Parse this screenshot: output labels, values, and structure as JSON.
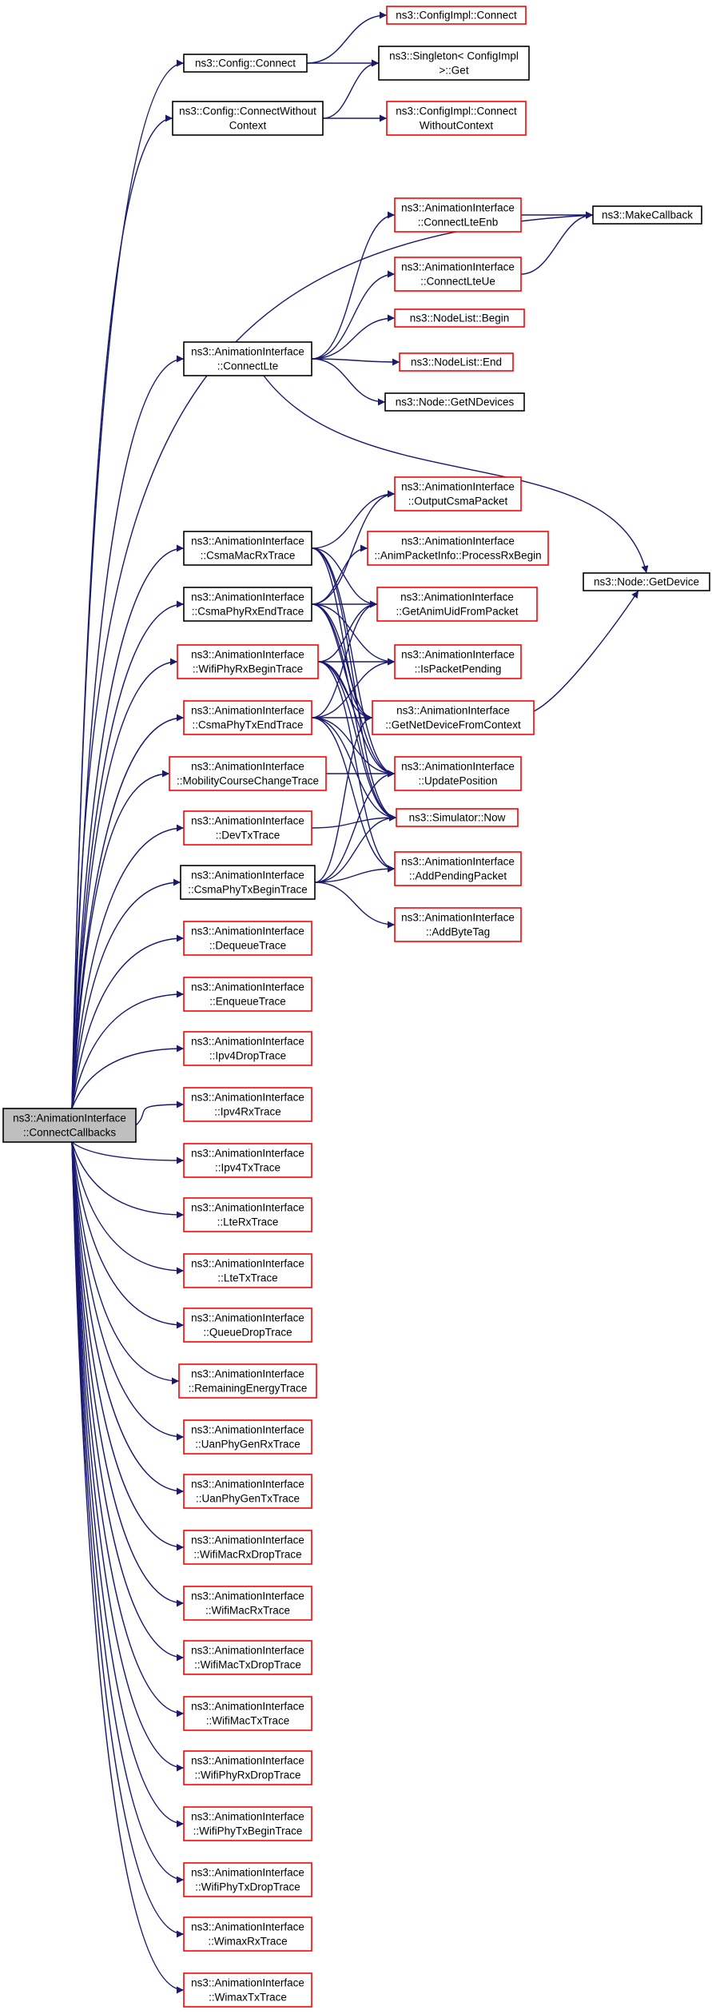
{
  "colors": {
    "edge": "#191970",
    "border_documented": "#000000",
    "border_undocumented": "#ff0000",
    "root_fill": "#bfbfbf",
    "node_fill": "#ffffff"
  },
  "nodes": {
    "root": {
      "l1": "ns3::AnimationInterface",
      "l2": "::ConnectCallbacks"
    },
    "config_connect": {
      "l1": "ns3::Config::Connect"
    },
    "config_connect_without": {
      "l1": "ns3::Config::ConnectWithout",
      "l2": "Context"
    },
    "configimpl_connect": {
      "l1": "ns3::ConfigImpl::Connect"
    },
    "singleton_get": {
      "l1": "ns3::Singleton< ConfigImpl",
      "l2": ">::Get"
    },
    "configimpl_connect_without": {
      "l1": "ns3::ConfigImpl::Connect",
      "l2": "WithoutContext"
    },
    "make_callback": {
      "l1": "ns3::MakeCallback"
    },
    "connect_lte_enb": {
      "l1": "ns3::AnimationInterface",
      "l2": "::ConnectLteEnb"
    },
    "connect_lte_ue": {
      "l1": "ns3::AnimationInterface",
      "l2": "::ConnectLteUe"
    },
    "connect_lte": {
      "l1": "ns3::AnimationInterface",
      "l2": "::ConnectLte"
    },
    "nodelist_begin": {
      "l1": "ns3::NodeList::Begin"
    },
    "nodelist_end": {
      "l1": "ns3::NodeList::End"
    },
    "node_getndevices": {
      "l1": "ns3::Node::GetNDevices"
    },
    "output_csma_packet": {
      "l1": "ns3::AnimationInterface",
      "l2": "::OutputCsmaPacket"
    },
    "csma_mac_rx": {
      "l1": "ns3::AnimationInterface",
      "l2": "::CsmaMacRxTrace"
    },
    "anim_packet_info": {
      "l1": "ns3::AnimationInterface",
      "l2": "::AnimPacketInfo::ProcessRxBegin"
    },
    "node_getdevice": {
      "l1": "ns3::Node::GetDevice"
    },
    "csma_phy_rx_end": {
      "l1": "ns3::AnimationInterface",
      "l2": "::CsmaPhyRxEndTrace"
    },
    "get_anim_uid": {
      "l1": "ns3::AnimationInterface",
      "l2": "::GetAnimUidFromPacket"
    },
    "wifi_phy_rx_begin": {
      "l1": "ns3::AnimationInterface",
      "l2": "::WifiPhyRxBeginTrace"
    },
    "is_packet_pending": {
      "l1": "ns3::AnimationInterface",
      "l2": "::IsPacketPending"
    },
    "csma_phy_tx_end": {
      "l1": "ns3::AnimationInterface",
      "l2": "::CsmaPhyTxEndTrace"
    },
    "get_net_device": {
      "l1": "ns3::AnimationInterface",
      "l2": "::GetNetDeviceFromContext"
    },
    "mobility_course": {
      "l1": "ns3::AnimationInterface",
      "l2": "::MobilityCourseChangeTrace"
    },
    "update_position": {
      "l1": "ns3::AnimationInterface",
      "l2": "::UpdatePosition"
    },
    "dev_tx": {
      "l1": "ns3::AnimationInterface",
      "l2": "::DevTxTrace"
    },
    "simulator_now": {
      "l1": "ns3::Simulator::Now"
    },
    "csma_phy_tx_begin": {
      "l1": "ns3::AnimationInterface",
      "l2": "::CsmaPhyTxBeginTrace"
    },
    "add_pending_packet": {
      "l1": "ns3::AnimationInterface",
      "l2": "::AddPendingPacket"
    },
    "add_byte_tag": {
      "l1": "ns3::AnimationInterface",
      "l2": "::AddByteTag"
    },
    "dequeue": {
      "l1": "ns3::AnimationInterface",
      "l2": "::DequeueTrace"
    },
    "enqueue": {
      "l1": "ns3::AnimationInterface",
      "l2": "::EnqueueTrace"
    },
    "ipv4_drop": {
      "l1": "ns3::AnimationInterface",
      "l2": "::Ipv4DropTrace"
    },
    "ipv4_rx": {
      "l1": "ns3::AnimationInterface",
      "l2": "::Ipv4RxTrace"
    },
    "ipv4_tx": {
      "l1": "ns3::AnimationInterface",
      "l2": "::Ipv4TxTrace"
    },
    "lte_rx": {
      "l1": "ns3::AnimationInterface",
      "l2": "::LteRxTrace"
    },
    "lte_tx": {
      "l1": "ns3::AnimationInterface",
      "l2": "::LteTxTrace"
    },
    "queue_drop": {
      "l1": "ns3::AnimationInterface",
      "l2": "::QueueDropTrace"
    },
    "remaining_energy": {
      "l1": "ns3::AnimationInterface",
      "l2": "::RemainingEnergyTrace"
    },
    "uan_phy_gen_rx": {
      "l1": "ns3::AnimationInterface",
      "l2": "::UanPhyGenRxTrace"
    },
    "uan_phy_gen_tx": {
      "l1": "ns3::AnimationInterface",
      "l2": "::UanPhyGenTxTrace"
    },
    "wifi_mac_rx_drop": {
      "l1": "ns3::AnimationInterface",
      "l2": "::WifiMacRxDropTrace"
    },
    "wifi_mac_rx": {
      "l1": "ns3::AnimationInterface",
      "l2": "::WifiMacRxTrace"
    },
    "wifi_mac_tx_drop": {
      "l1": "ns3::AnimationInterface",
      "l2": "::WifiMacTxDropTrace"
    },
    "wifi_mac_tx": {
      "l1": "ns3::AnimationInterface",
      "l2": "::WifiMacTxTrace"
    },
    "wifi_phy_rx_drop": {
      "l1": "ns3::AnimationInterface",
      "l2": "::WifiPhyRxDropTrace"
    },
    "wifi_phy_tx_begin": {
      "l1": "ns3::AnimationInterface",
      "l2": "::WifiPhyTxBeginTrace"
    },
    "wifi_phy_tx_drop": {
      "l1": "ns3::AnimationInterface",
      "l2": "::WifiPhyTxDropTrace"
    },
    "wimax_rx": {
      "l1": "ns3::AnimationInterface",
      "l2": "::WimaxRxTrace"
    },
    "wimax_tx": {
      "l1": "ns3::AnimationInterface",
      "l2": "::WimaxTxTrace"
    }
  },
  "edges": [
    [
      "root",
      "config_connect"
    ],
    [
      "root",
      "config_connect_without"
    ],
    [
      "root",
      "make_callback"
    ],
    [
      "root",
      "connect_lte"
    ],
    [
      "root",
      "csma_mac_rx"
    ],
    [
      "root",
      "csma_phy_rx_end"
    ],
    [
      "root",
      "wifi_phy_rx_begin"
    ],
    [
      "root",
      "csma_phy_tx_end"
    ],
    [
      "root",
      "mobility_course"
    ],
    [
      "root",
      "dev_tx"
    ],
    [
      "root",
      "csma_phy_tx_begin"
    ],
    [
      "root",
      "dequeue"
    ],
    [
      "root",
      "enqueue"
    ],
    [
      "root",
      "ipv4_drop"
    ],
    [
      "root",
      "ipv4_rx"
    ],
    [
      "root",
      "ipv4_tx"
    ],
    [
      "root",
      "lte_rx"
    ],
    [
      "root",
      "lte_tx"
    ],
    [
      "root",
      "queue_drop"
    ],
    [
      "root",
      "remaining_energy"
    ],
    [
      "root",
      "uan_phy_gen_rx"
    ],
    [
      "root",
      "uan_phy_gen_tx"
    ],
    [
      "root",
      "wifi_mac_rx_drop"
    ],
    [
      "root",
      "wifi_mac_rx"
    ],
    [
      "root",
      "wifi_mac_tx_drop"
    ],
    [
      "root",
      "wifi_mac_tx"
    ],
    [
      "root",
      "wifi_phy_rx_drop"
    ],
    [
      "root",
      "wifi_phy_tx_begin"
    ],
    [
      "root",
      "wifi_phy_tx_drop"
    ],
    [
      "root",
      "wimax_rx"
    ],
    [
      "root",
      "wimax_tx"
    ],
    [
      "config_connect",
      "configimpl_connect"
    ],
    [
      "config_connect",
      "singleton_get"
    ],
    [
      "config_connect_without",
      "singleton_get"
    ],
    [
      "config_connect_without",
      "configimpl_connect_without"
    ],
    [
      "connect_lte",
      "connect_lte_enb"
    ],
    [
      "connect_lte",
      "connect_lte_ue"
    ],
    [
      "connect_lte",
      "nodelist_begin"
    ],
    [
      "connect_lte",
      "nodelist_end"
    ],
    [
      "connect_lte",
      "node_getndevices"
    ],
    [
      "connect_lte",
      "node_getdevice"
    ],
    [
      "connect_lte_enb",
      "make_callback"
    ],
    [
      "connect_lte_ue",
      "make_callback"
    ],
    [
      "csma_mac_rx",
      "output_csma_packet"
    ],
    [
      "csma_mac_rx",
      "get_anim_uid"
    ],
    [
      "csma_mac_rx",
      "get_net_device"
    ],
    [
      "csma_mac_rx",
      "update_position"
    ],
    [
      "csma_mac_rx",
      "simulator_now"
    ],
    [
      "csma_phy_rx_end",
      "output_csma_packet"
    ],
    [
      "csma_phy_rx_end",
      "anim_packet_info"
    ],
    [
      "csma_phy_rx_end",
      "get_anim_uid"
    ],
    [
      "csma_phy_rx_end",
      "is_packet_pending"
    ],
    [
      "csma_phy_rx_end",
      "get_net_device"
    ],
    [
      "csma_phy_rx_end",
      "update_position"
    ],
    [
      "csma_phy_rx_end",
      "simulator_now"
    ],
    [
      "wifi_phy_rx_begin",
      "get_anim_uid"
    ],
    [
      "wifi_phy_rx_begin",
      "is_packet_pending"
    ],
    [
      "wifi_phy_rx_begin",
      "get_net_device"
    ],
    [
      "wifi_phy_rx_begin",
      "update_position"
    ],
    [
      "wifi_phy_rx_begin",
      "simulator_now"
    ],
    [
      "wifi_phy_rx_begin",
      "add_pending_packet"
    ],
    [
      "csma_phy_tx_end",
      "get_anim_uid"
    ],
    [
      "csma_phy_tx_end",
      "is_packet_pending"
    ],
    [
      "csma_phy_tx_end",
      "get_net_device"
    ],
    [
      "csma_phy_tx_end",
      "update_position"
    ],
    [
      "csma_phy_tx_end",
      "simulator_now"
    ],
    [
      "csma_phy_tx_end",
      "add_pending_packet"
    ],
    [
      "mobility_course",
      "update_position"
    ],
    [
      "dev_tx",
      "simulator_now"
    ],
    [
      "csma_phy_tx_begin",
      "get_net_device"
    ],
    [
      "csma_phy_tx_begin",
      "update_position"
    ],
    [
      "csma_phy_tx_begin",
      "simulator_now"
    ],
    [
      "csma_phy_tx_begin",
      "add_pending_packet"
    ],
    [
      "csma_phy_tx_begin",
      "add_byte_tag"
    ],
    [
      "get_net_device",
      "node_getdevice"
    ]
  ]
}
